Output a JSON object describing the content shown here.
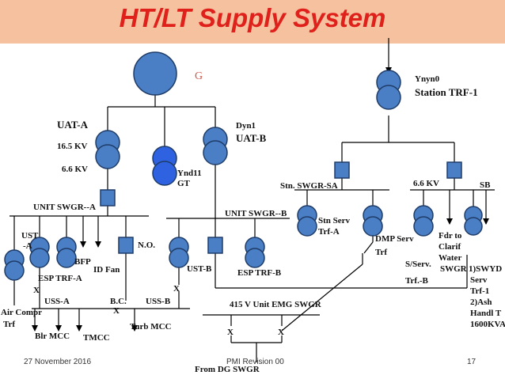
{
  "title": "HT/LT Supply System",
  "labels": {
    "gen": "G",
    "ynyn0": "Ynyn0",
    "station_trf1": "Station TRF-1",
    "uat_a": "UAT-A",
    "dyn1": "Dyn1",
    "uat_b": "UAT-B",
    "kv165": "16.5 KV",
    "kv66_left": "6.6 KV",
    "ynd11": "Ynd11",
    "gt": "GT",
    "stn_swgr_sa": "Stn. SWGR-SA",
    "kv66_right": "6.6 KV",
    "sb": "SB",
    "unit_swgr_a": "UNIT SWGR--A",
    "unit_swgr_b": "UNIT SWGR--B",
    "stn_serv": "Stn Serv",
    "trf_a": "Trf-A",
    "dmp_serv": "DMP Serv",
    "trf": "Trf",
    "fdr_to": "Fdr to",
    "clarif": "Clarif",
    "water": "Water",
    "swgr": "SWGR",
    "ust_frag": "UST",
    "a_frag": "-A",
    "bfp": "BFP",
    "id_fan": "ID Fan",
    "no": "N.O.",
    "esp_trf_a": "ESP TRF-A",
    "ust_b": "UST-B",
    "esp_trf_b": "ESP TRF-B",
    "s_serv": "S/Serv.",
    "trf_b_serv": "Trf.-B",
    "swyd1": "1)SWYD",
    "serv": "Serv",
    "trf1": "Trf-1",
    "ash": "2)Ash",
    "handl": "Handl T",
    "kva": "1600KVA",
    "x": "X",
    "uss_a": "USS-A",
    "bc": "B.C.",
    "uss_b": "USS-B",
    "emg_swgr": "415 V Unit EMG SWGR",
    "air_compr": "Air Compr",
    "trf_air": "Trf",
    "blr_mcc": "Blr MCC",
    "tmcc": "TMCC",
    "turb_mcc": "Turb  MCC",
    "from_dg": "From DG SWGR"
  },
  "footer": {
    "date": "27 November 2016",
    "revision": "PMI Revision 00",
    "page": "17"
  },
  "colors": {
    "banner": "#f6c19e",
    "title": "#e0201b",
    "symbol_fill": "#4a7fc5",
    "symbol_stroke": "#1f3c68",
    "gt_fill": "#2f62e0",
    "line": "#000000"
  }
}
